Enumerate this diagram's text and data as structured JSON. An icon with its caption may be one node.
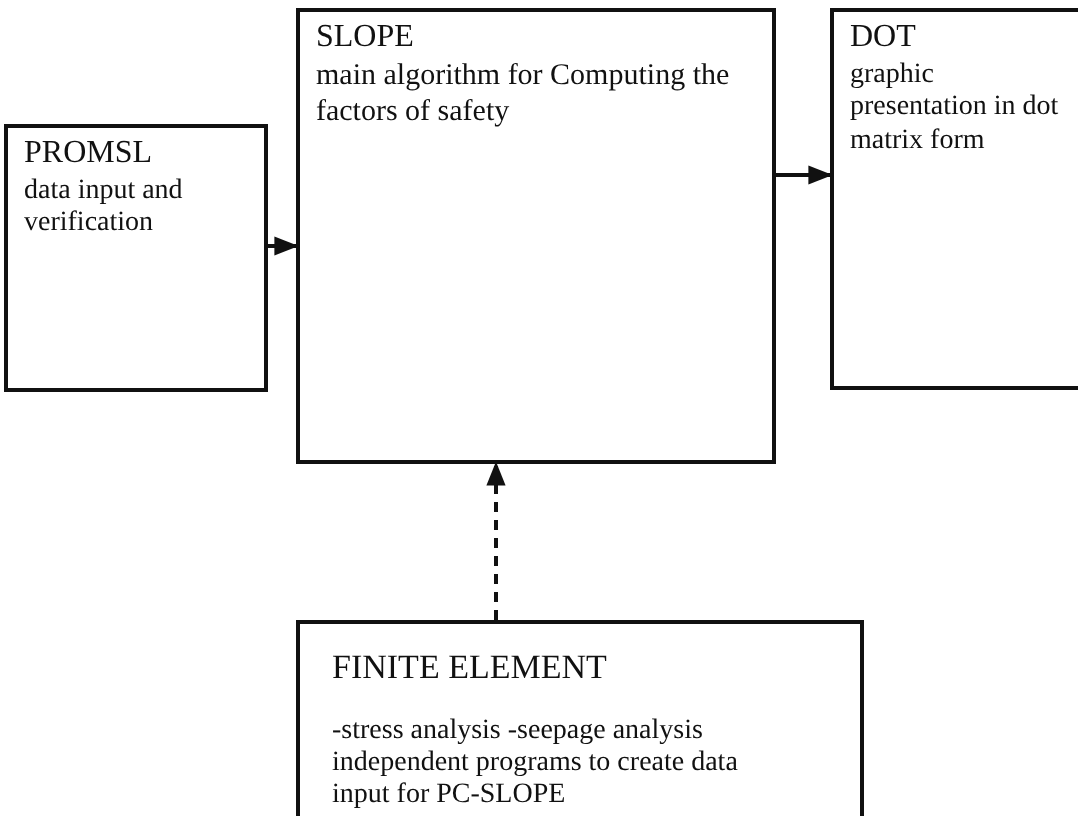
{
  "diagram": {
    "nodes": [
      {
        "text": [
          "PROMSL",
          "data input and verification"
        ]
      },
      {
        "text": [
          "SLOPE",
          "main algorithm for Computing the factors of safety"
        ]
      },
      {
        "text": [
          "DOT",
          "graphic presentation in dot matrix form"
        ]
      },
      {
        "text": [
          "FINITE ELEMENT",
          "-stress analysis -seepage analysis independent programs to create data input for PC-SLOPE"
        ]
      }
    ],
    "edges": [
      {
        "from": 0,
        "to": 1,
        "arrow": "to"
      },
      {
        "from": 1,
        "to": 2,
        "arrow": "to"
      },
      {
        "from": 3,
        "to": 1,
        "arrow": "to",
        "style": "dashed"
      }
    ]
  }
}
